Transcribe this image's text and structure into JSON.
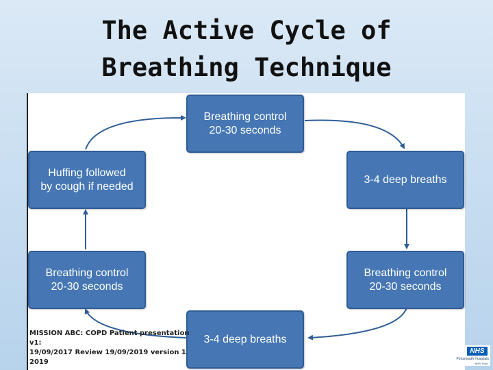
{
  "title": {
    "line1": "The Active Cycle of",
    "line2": "Breathing Technique"
  },
  "diagram": {
    "steps": [
      "Breathing control\n20-30 seconds",
      "3-4 deep breaths",
      "Breathing control\n20-30 seconds",
      "3-4 deep breaths",
      "Breathing control\n20-30 seconds",
      "Huffing followed\nby cough if needed"
    ]
  },
  "footer": {
    "text": "MISSION ABC: COPD Patient presentation v1:\n19/09/2017   Review 19/09/2019   version 1\n2019"
  },
  "logo": {
    "badge": "NHS",
    "name": "Portsmouth Hospitals",
    "sub": "NHS Trust"
  },
  "colors": {
    "box": "#4677b4",
    "arrow": "#2f5d96"
  }
}
